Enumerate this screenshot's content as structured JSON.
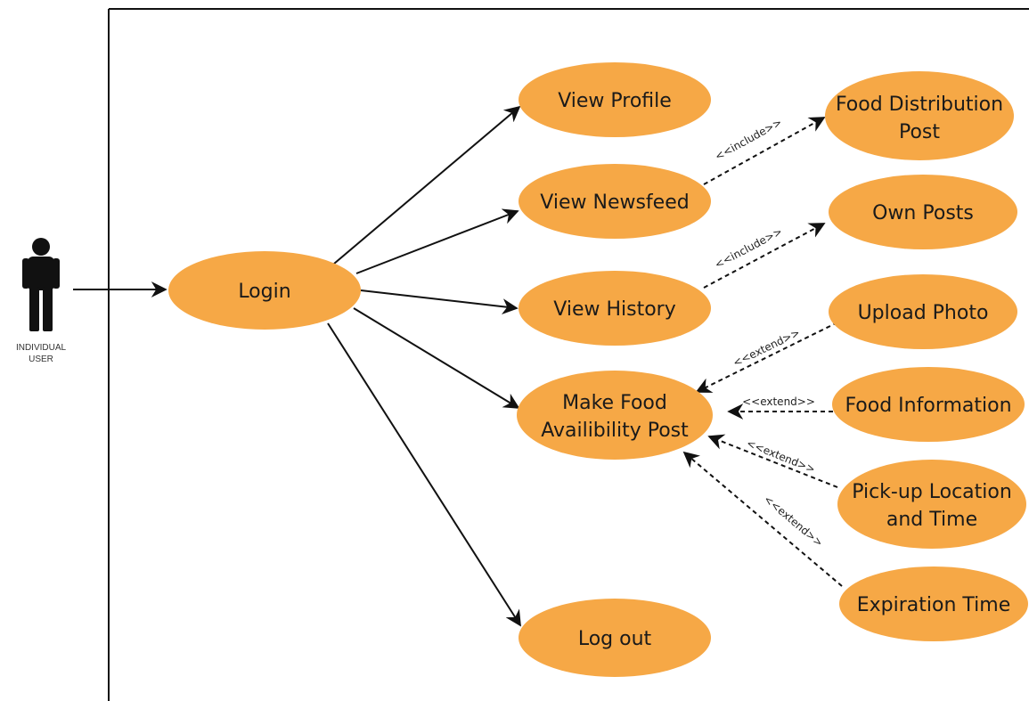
{
  "actor": {
    "label_line1": "INDIVIDUAL",
    "label_line2": "USER"
  },
  "use_cases": {
    "login": "Login",
    "view_profile": "View Profile",
    "view_newsfeed": "View Newsfeed",
    "view_history": "View History",
    "make_food_post_line1": "Make Food",
    "make_food_post_line2": "Availibility Post",
    "log_out": "Log out",
    "food_distribution_line1": "Food Distribution",
    "food_distribution_line2": "Post",
    "own_posts": "Own Posts",
    "upload_photo": "Upload Photo",
    "food_information": "Food Information",
    "pickup_line1": "Pick-up Location",
    "pickup_line2": "and Time",
    "expiration_time": "Expiration Time"
  },
  "relations": {
    "include_1": "<<include>>",
    "include_2": "<<include>>",
    "extend_1": "<<extend>>",
    "extend_2": "<<extend>>",
    "extend_3": "<<extend>>",
    "extend_4": "<<extend>>"
  },
  "colors": {
    "use_case_fill": "#F6A846",
    "line": "#111111",
    "actor": "#111111"
  }
}
